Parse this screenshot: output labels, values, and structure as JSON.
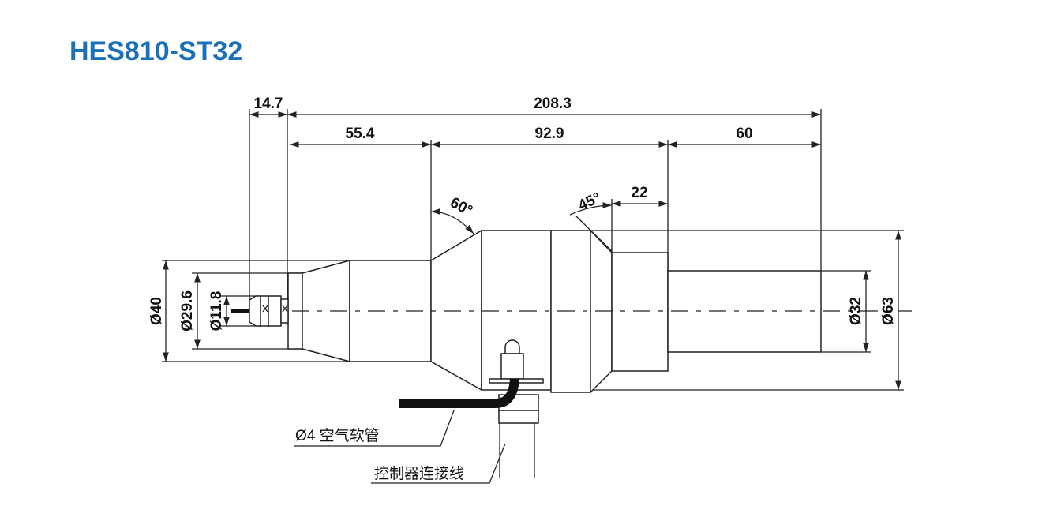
{
  "title": "HES810-ST32",
  "dimensions": {
    "d14_7": "14.7",
    "d208_3": "208.3",
    "d55_4": "55.4",
    "d92_9": "92.9",
    "d60": "60",
    "d22": "22",
    "angle60": "60°",
    "angle45": "45°",
    "dia40": "Ø40",
    "dia29_6": "Ø29.6",
    "dia11_8": "Ø11.8",
    "dia32": "Ø32",
    "dia63": "Ø63"
  },
  "labels": {
    "air_hose": "Ø4 空气软管",
    "controller_cable": "控制器连接线"
  },
  "colors": {
    "title": "#1b70b8"
  }
}
